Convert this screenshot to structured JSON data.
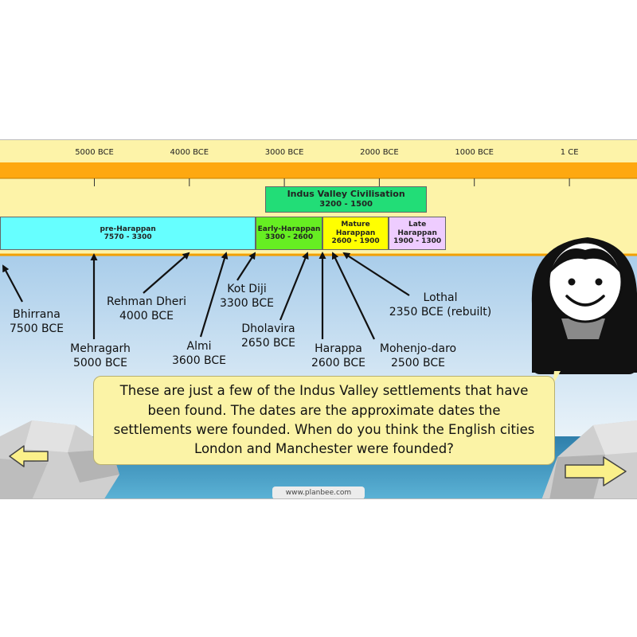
{
  "timeline": {
    "ticks": [
      {
        "year": -5000,
        "label": "5000 BCE"
      },
      {
        "year": -4000,
        "label": "4000 BCE"
      },
      {
        "year": -3000,
        "label": "3000 BCE"
      },
      {
        "year": -2000,
        "label": "2000 BCE"
      },
      {
        "year": -1000,
        "label": "1000 BCE"
      },
      {
        "year": 1,
        "label": "1 CE"
      }
    ],
    "civilisation": {
      "name": "Indus Valley Civilisation",
      "dates": "3200 - 1500",
      "start": -3200,
      "end": -1500,
      "color": "#22dd77"
    },
    "periods": [
      {
        "name": "pre-Harappan",
        "dates": "7570 - 3300",
        "start": -7570,
        "end": -3300,
        "color": "#66ffff"
      },
      {
        "name": "Early-Harappan",
        "dates": "3300 - 2600",
        "start": -3300,
        "end": -2600,
        "color": "#66ee22"
      },
      {
        "name": "Mature Harappan",
        "dates": "2600 - 1900",
        "start": -2600,
        "end": -1900,
        "color": "#ffff00"
      },
      {
        "name": "Late Harappan",
        "dates": "1900 - 1300",
        "start": -1900,
        "end": -1300,
        "color": "#eeccff"
      }
    ]
  },
  "settlements": [
    {
      "name": "Bhirrana",
      "date": "7500 BCE",
      "year": -7500
    },
    {
      "name": "Mehragarh",
      "date": "5000 BCE",
      "year": -5000
    },
    {
      "name": "Rehman Dheri",
      "date": "4000 BCE",
      "year": -4000
    },
    {
      "name": "Almi",
      "date": "3600 BCE",
      "year": -3600
    },
    {
      "name": "Kot Diji",
      "date": "3300 BCE",
      "year": -3300
    },
    {
      "name": "Dholavira",
      "date": "2650 BCE",
      "year": -2650
    },
    {
      "name": "Harappa",
      "date": "2600 BCE",
      "year": -2600
    },
    {
      "name": "Mohenjo-daro",
      "date": "2500 BCE",
      "year": -2500
    },
    {
      "name": "Lothal",
      "date": "2350 BCE (rebuilt)",
      "year": -2350
    }
  ],
  "bubble_text": "These are just a few of the Indus Valley settlements that have been found. The dates are the approximate dates the settlements were founded. When do you think the English cities London and Manchester were founded?",
  "footer": {
    "url": "www.planbee.com"
  },
  "nav": {
    "back_icon": "arrow-left-icon",
    "forward_icon": "arrow-right-icon"
  },
  "colors": {
    "timeline_bar": "#fea810",
    "band": "#fdf3a8",
    "sky": "#cfe4f4",
    "sea": "#3d8fb9",
    "arrow_button": "#fbf08a"
  }
}
